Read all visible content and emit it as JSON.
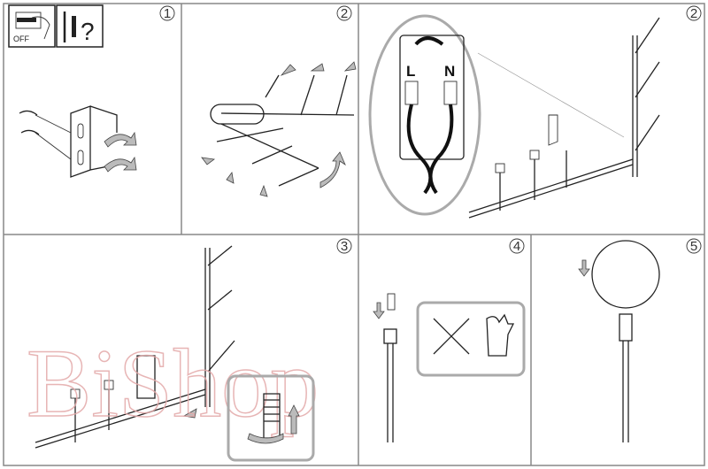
{
  "steps": {
    "p1": "1",
    "p2a": "2",
    "p2b": "2",
    "p3": "3",
    "p4": "4",
    "p5": "5"
  },
  "icons": {
    "power_off_label": "OFF",
    "tools_question": "?"
  },
  "wiring": {
    "live": "L",
    "neutral": "N"
  },
  "watermark": "BiShop",
  "colors": {
    "line": "#222222",
    "frame": "#888888",
    "watermark": "#e3a9a9"
  }
}
